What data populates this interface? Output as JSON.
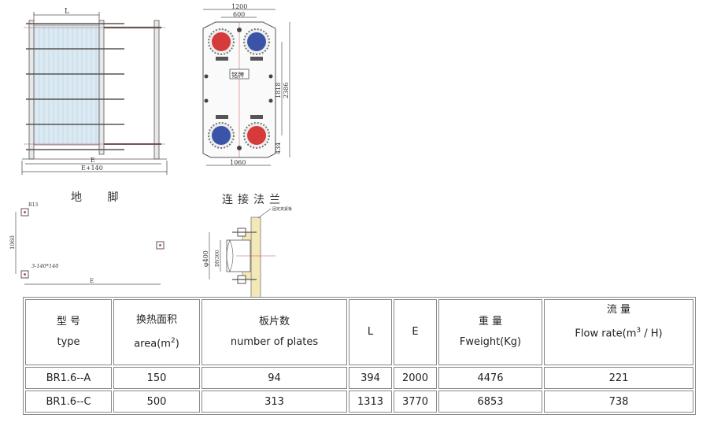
{
  "diagrams": {
    "side_view": {
      "label_L": "L",
      "label_E": "E",
      "label_E_plus": "E+140"
    },
    "front_view": {
      "dim_width": "1200",
      "dim_port_spacing": "600",
      "dim_port_vertical": "1818",
      "dim_height": "2386",
      "dim_bottom": "434",
      "dim_base_width": "1060",
      "nameplate": "铭牌",
      "port_tags": [
        "□□□□",
        "□□□□",
        "□□□□",
        "□□□□"
      ]
    },
    "foot": {
      "caption": "地 脚",
      "label_r": "R13",
      "label_size": "3-140*140",
      "label_vertical": "1060",
      "label_E": "E"
    },
    "flange": {
      "caption": "连接法兰",
      "label_phi": "φ400",
      "label_dn": "DN300",
      "label_fixed": "固定夹紧板"
    }
  },
  "table": {
    "headers": [
      {
        "zh": "型 号",
        "en": "type"
      },
      {
        "zh": "换热面积",
        "en": "area(m",
        "sup": "2",
        "tail": ")"
      },
      {
        "zh": "板片数",
        "en": "number of plates"
      },
      {
        "zh": "",
        "en": "L"
      },
      {
        "zh": "",
        "en": "E"
      },
      {
        "zh": "重 量",
        "en": "Fweight(Kg)"
      },
      {
        "zh": "流 量",
        "en": "Flow rate(m",
        "sup": "3",
        "tail": " / H)"
      }
    ],
    "rows": [
      [
        "BR1.6--A",
        "150",
        "94",
        "394",
        "2000",
        "4476",
        "221"
      ],
      [
        "BR1.6--C",
        "500",
        "313",
        "1313",
        "3770",
        "6853",
        "738"
      ]
    ]
  },
  "colors": {
    "hot_port": "#d63a3a",
    "cold_port": "#3a55a8",
    "flange_plate": "#f3e9b8",
    "plates": "#dbe9f3",
    "dim_line": "#c0504d"
  }
}
